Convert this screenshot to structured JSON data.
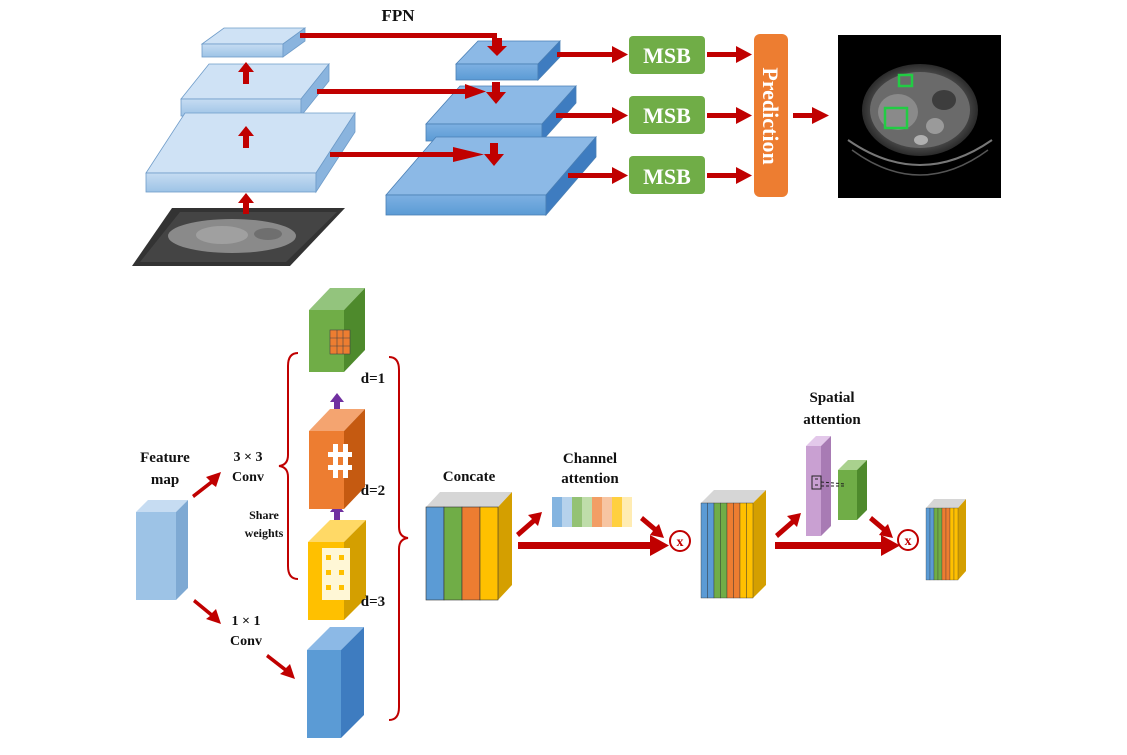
{
  "top": {
    "fpn_label": "FPN",
    "msb_labels": [
      "MSB",
      "MSB",
      "MSB"
    ],
    "prediction_label": "Prediction"
  },
  "bottom": {
    "feature_map_line1": "Feature",
    "feature_map_line2": "map",
    "conv3_line1": "3 × 3",
    "conv3_line2": "Conv",
    "share_line1": "Share",
    "share_line2": "weights",
    "conv1_line1": "1 × 1",
    "conv1_line2": "Conv",
    "dilations": [
      "d=1",
      "d=2",
      "d=3"
    ],
    "concate_label": "Concate",
    "channel_attention_line1": "Channel",
    "channel_attention_line2": "attention",
    "spatial_attention_line1": "Spatial",
    "spatial_attention_line2": "attention",
    "multiply_symbol": "x"
  },
  "colors": {
    "arrow": "#c00000",
    "light_blue": "#9dc3e6",
    "fpn_blue": "#5b9bd5",
    "msb_green": "#70ad47",
    "prediction_orange": "#ed7d31",
    "green_block": "#70ad47",
    "orange_block": "#ed7d31",
    "yellow_block": "#ffc000",
    "purple": "#7030a0",
    "spatial_pink": "#c9a0d2"
  }
}
